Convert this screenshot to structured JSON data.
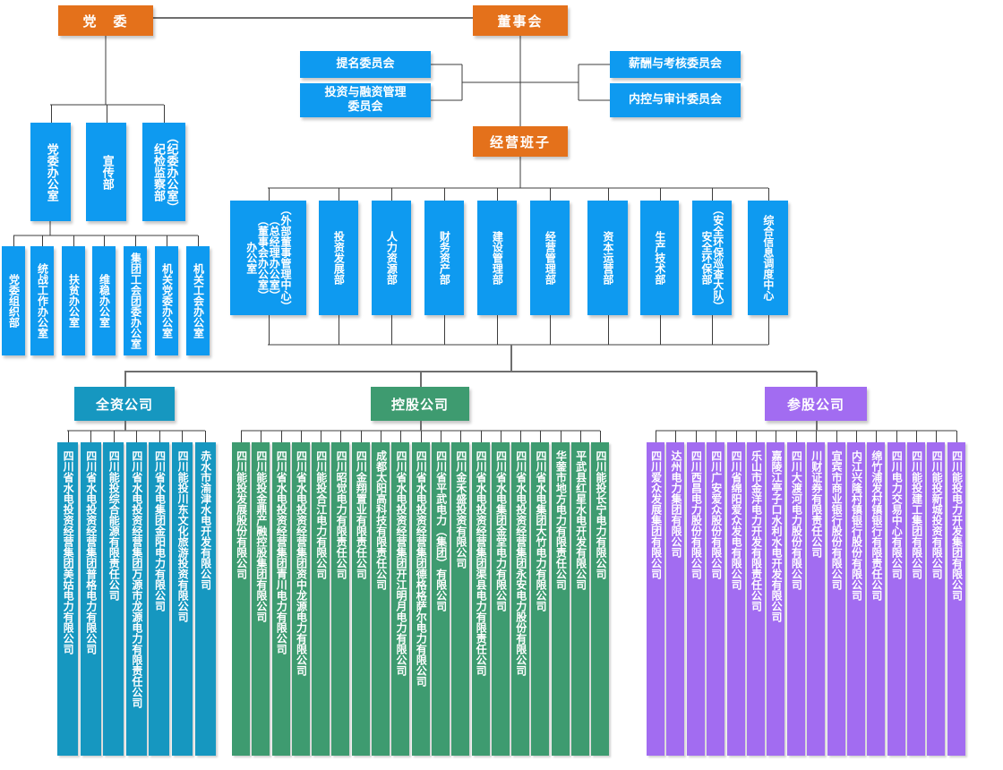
{
  "nodes": {
    "party": "党　委",
    "board": "董事会",
    "management_team": "经营班子"
  },
  "board_committees_left": [
    "提名委员会",
    "投资与融资管理\n委员会"
  ],
  "board_committees_right": [
    "薪酬与考核委员会",
    "内控与审计委员会"
  ],
  "party_offices": [
    "党委办公室",
    "宣传部",
    "（纪委办公室）\n纪检监察部"
  ],
  "party_sub_offices": [
    "党委组织部",
    "统战工作办公室",
    "扶贫办公室",
    "维稳办公室",
    "集团工会团委办公室",
    "机关党委办公室",
    "机关工会办公室"
  ],
  "departments": [
    "（外部董事管理中心）\n（总经理办公室）\n（董事会办公室）\n办公室",
    "投资发展部",
    "人力资源部",
    "财务资产部",
    "建设管理部",
    "经营管理部",
    "资本运营部",
    "生产技术部",
    "（安全环保巡查大队）\n安全环保部",
    "综合信息调度中心"
  ],
  "groups": [
    {
      "label": "全资公司",
      "color": "#1697C0",
      "companies": [
        "四川省水电投资经营集团美姑电力有限公司",
        "四川省水电投资经营集团普格电力有限公司",
        "四川能投综合能源有限责任公司",
        "四川省水电投资经营集团万源市龙源电力有限责任公司",
        "四川省水电集团金阳电力有限公司",
        "四川能投川东文化旅游投资有限公司",
        "赤水市渝津水电开发有限公司"
      ]
    },
    {
      "label": "控股公司",
      "color": "#3E9B70",
      "companies": [
        "四川能投发展股份有限公司",
        "四川能投金鼎产融控股集团有限公司",
        "四川省水电投资经营集团青川电力有限公司",
        "四川省水电投资经营集团资中龙源电力有限公司",
        "四川能投合江电力有限公司",
        "四川昭觉电力有限责任公司",
        "四川金翔置业有限责任公司",
        "成都太阳高科技有限责任公司",
        "四川省水电投资经营集团开江明月电力有限公司",
        "四川省水电投资经营集团德格格萨尔电力有限公司",
        "四川省平武电力（集团）有限公司",
        "四川金禾盛投资有限公司",
        "四川省水电投资经营集团渠县电力有限责任公司",
        "四川省水电集团金堂电力有限公司",
        "四川省水电投资经营集团永安电力股份有限公司",
        "四川省水电集团大竹电力有限公司",
        "华蓥市地方电力有限责任公司",
        "平武县红星水电开发有限公司",
        "四川能投长宁电力有限公司"
      ]
    },
    {
      "label": "参股公司",
      "color": "#A26CF1",
      "companies": [
        "四川爱众发展集团有限公司",
        "达州电力集团有限公司",
        "四川西昌电力股份有限公司",
        "四川广安爱众股份有限公司",
        "四川省绵阳爱众发电有限公司",
        "乐山市金洋电力开发有限责任公司",
        "嘉陵江亭子口水利水电开发有限公司",
        "四川大渡河电力股份有限公司",
        "川财证券有限责任公司",
        "宜宾市商业银行股份有限公司",
        "内江兴隆村镇银行股份有限公司",
        "绵竹浦发村镇银行有限责任公司",
        "四川电力交易中心有限公司",
        "四川能投建工集团有限公司",
        "四川能投新城投资有限公司",
        "四川能投电力开发集团有限公司"
      ]
    }
  ],
  "colors": {
    "executive_orange": "#E4711B",
    "department_blue": "#0E9AF0",
    "wholly_owned_teal": "#1697C0",
    "holding_green": "#3E9B70",
    "participating_purple": "#A26CF1",
    "line_gray": "#6e6e6e",
    "line_dark": "#3c3c3c"
  }
}
